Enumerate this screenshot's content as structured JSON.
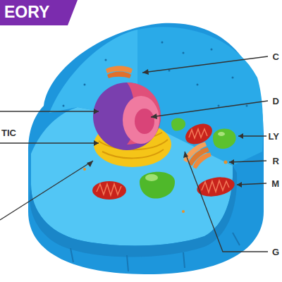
{
  "diagram": {
    "title": "EORY",
    "labels": [
      "C",
      "D",
      "TIC",
      "LY",
      "R",
      "M",
      "G"
    ]
  }
}
